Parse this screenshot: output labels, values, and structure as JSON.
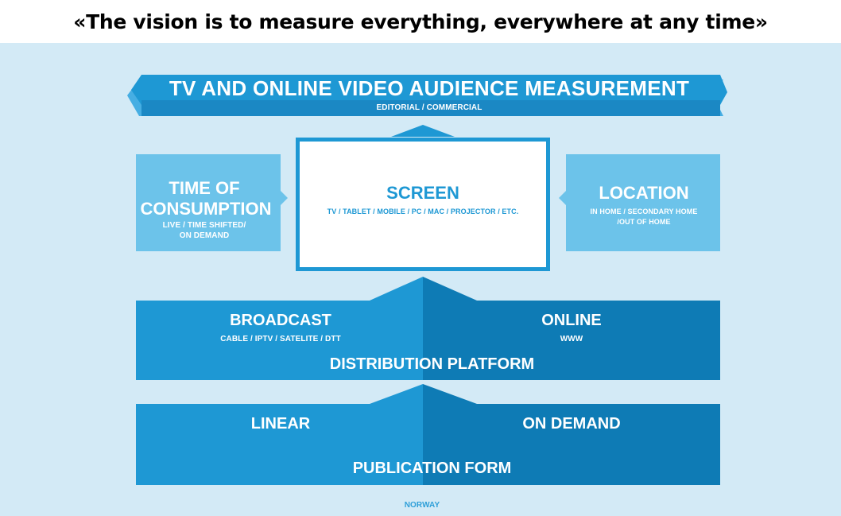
{
  "slide_title": "«The vision is to measure everything, everywhere at any time»",
  "banner": {
    "title": "TV AND ONLINE VIDEO AUDIENCE MEASUREMENT",
    "subtitle": "EDITORIAL / COMMERCIAL"
  },
  "time_of_consumption": {
    "title_line1": "TIME OF",
    "title_line2": "CONSUMPTION",
    "sub_line1": "LIVE / TIME SHIFTED/",
    "sub_line2": "ON DEMAND"
  },
  "screen": {
    "title": "SCREEN",
    "subtitle": "TV / TABLET / MOBILE / PC / MAC / PROJECTOR / ETC."
  },
  "location": {
    "title": "LOCATION",
    "sub_line1": "IN HOME / SECONDARY HOME",
    "sub_line2": "/OUT OF HOME"
  },
  "distribution": {
    "left_title": "BROADCAST",
    "left_sub": "CABLE / IPTV / SATELITE / DTT",
    "right_title": "ONLINE",
    "right_sub": "WWW",
    "label": "DISTRIBUTION PLATFORM"
  },
  "publication": {
    "left_title": "LINEAR",
    "right_title": "ON DEMAND",
    "label": "PUBLICATION FORM"
  },
  "footer": "NORWAY",
  "colors": {
    "background": "#d3eaf6",
    "light_blue": "#6cc3ea",
    "mid_blue": "#1e98d4",
    "dark_blue": "#0e7bb5",
    "deep_blue": "#066a9e"
  }
}
